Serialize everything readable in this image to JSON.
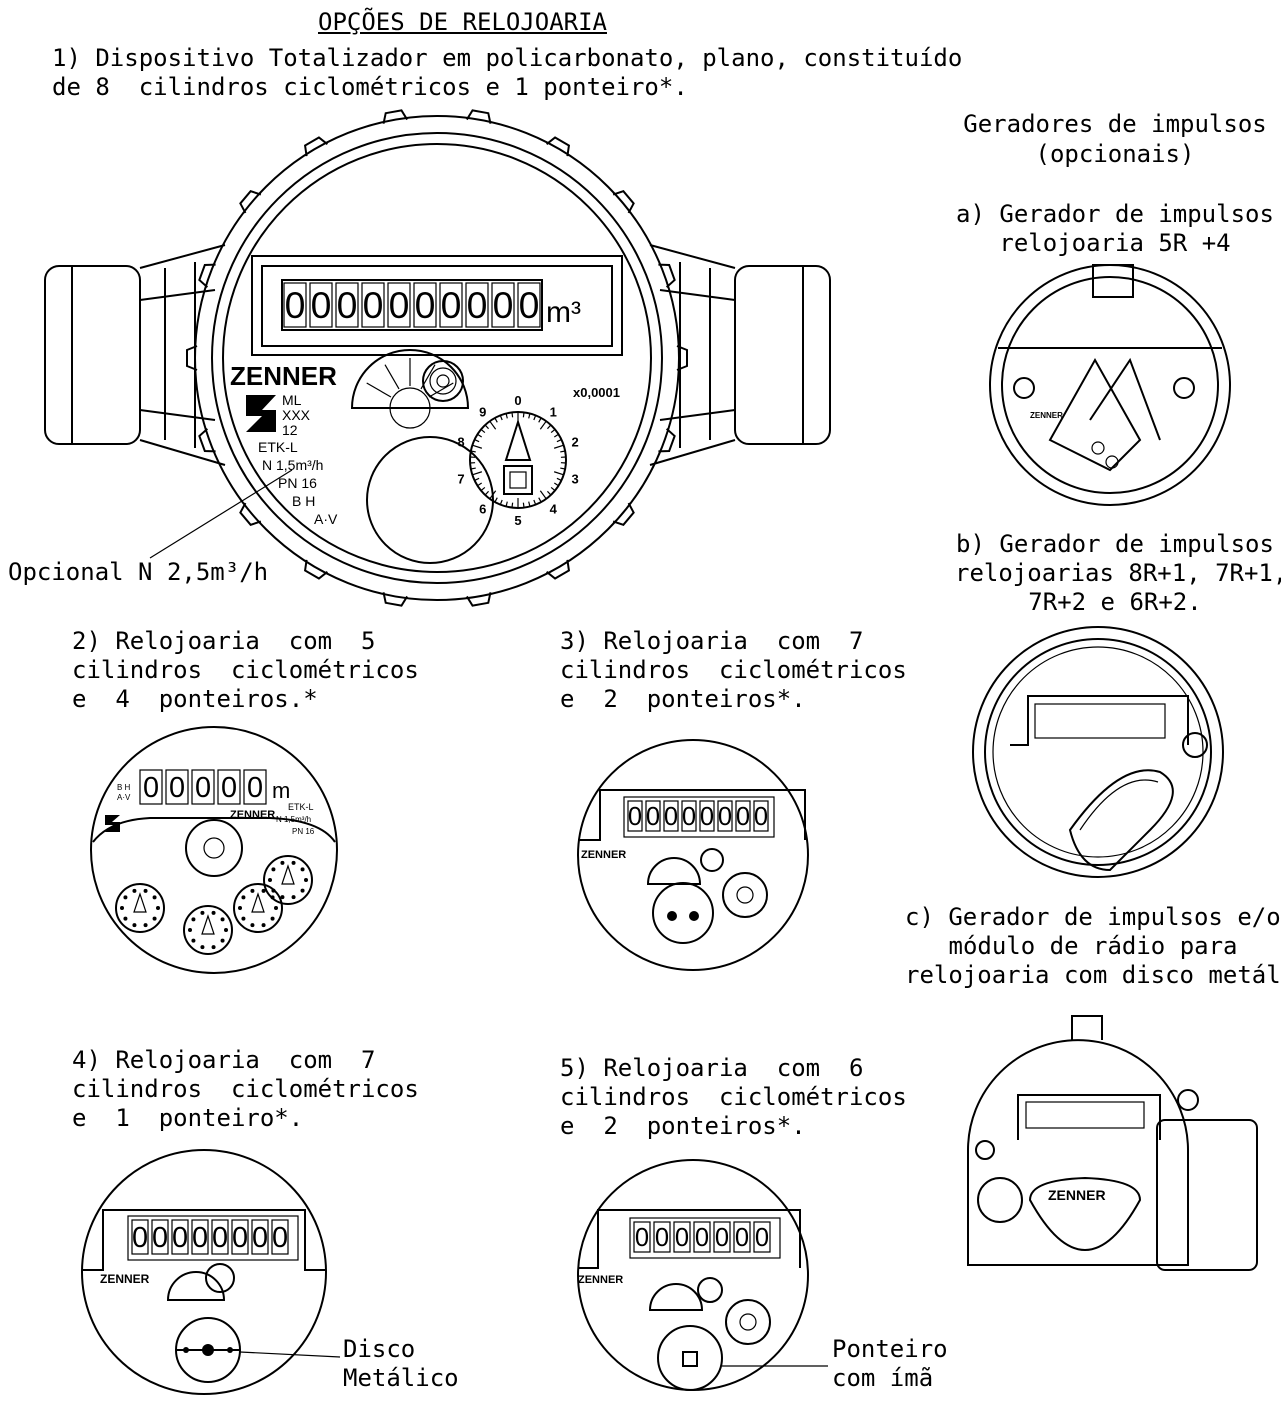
{
  "title": "OPÇÕES DE RELOJOARIA",
  "option1": {
    "line1": "1) Dispositivo Totalizador em policarbonato, plano, constituído",
    "line2": "de 8  cilindros ciclométricos e 1 ponteiro*."
  },
  "meter1": {
    "brand": "ZENNER",
    "marks": [
      "ML",
      "XXX",
      "12",
      "ETK-L",
      "N 1,5m³/h",
      "PN 16",
      "B H",
      "A·V"
    ],
    "digits": "0000000000",
    "unit": "m³",
    "multiplier": "x0,0001",
    "dial_numbers": [
      "0",
      "1",
      "2",
      "3",
      "4",
      "5",
      "6",
      "7",
      "8",
      "9"
    ],
    "option_note": "Opcional N 2,5m³/h"
  },
  "pulse": {
    "header_line1": "Geradores de impulsos",
    "header_line2": "(opcionais)",
    "a_line1": "a) Gerador de impulsos",
    "a_line2": "relojoaria 5R +4",
    "b_line1": "b) Gerador de impulsos",
    "b_line2": "relojoarias 8R+1, 7R+1,",
    "b_line3": "7R+2 e 6R+2.",
    "c_line1": "c) Gerador de impulsos e/ou",
    "c_line2": "módulo de rádio para",
    "c_line3": "relojoaria com disco metálico"
  },
  "option2": {
    "line1": "2) Relojoaria  com  5",
    "line2": "cilindros  ciclométricos",
    "line3": "e  4  ponteiros.*"
  },
  "option3": {
    "line1": "3) Relojoaria  com  7",
    "line2": "cilindros  ciclométricos",
    "line3": "e  2  ponteiros*."
  },
  "option4": {
    "line1": "4) Relojoaria  com  7",
    "line2": "cilindros  ciclométricos",
    "line3": "e  1  ponteiro*."
  },
  "option5": {
    "line1": "5) Relojoaria  com  6",
    "line2": "cilindros  ciclométricos",
    "line3": "e  2  ponteiros*."
  },
  "callout4": {
    "line1": "Disco",
    "line2": "Metálico"
  },
  "callout5": {
    "line1": "Ponteiro",
    "line2": "com ímã"
  }
}
